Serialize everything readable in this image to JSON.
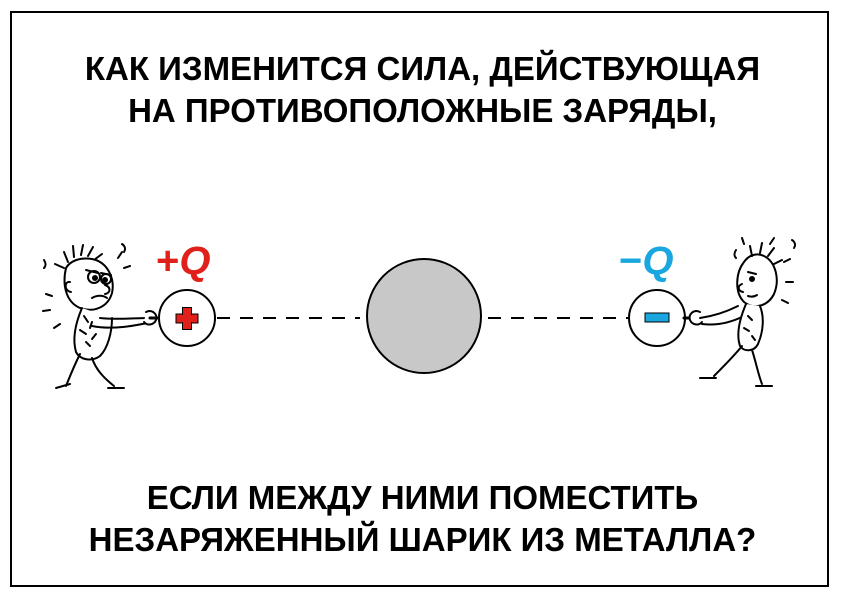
{
  "question": {
    "top_lines": [
      "КАК ИЗМЕНИТСЯ СИЛА, ДЕЙСТВУЮЩАЯ",
      "НА ПРОТИВОПОЛОЖНЫЕ ЗАРЯДЫ,"
    ],
    "bottom_lines": [
      "ЕСЛИ МЕЖДУ НИМИ ПОМЕСТИТЬ",
      "НЕЗАРЯЖЕННЫЙ ШАРИК ИЗ МЕТАЛЛА?"
    ]
  },
  "charges": {
    "positive": {
      "sign": "+",
      "symbol": "Q",
      "color": "#e0201b"
    },
    "negative": {
      "sign": "−",
      "symbol": "Q",
      "color": "#1aa7e0"
    }
  },
  "ball": {
    "color": "#c8c8c8"
  },
  "icons": [
    "plus-sign-icon",
    "minus-sign-icon",
    "cartoon-man-pulling-left-icon",
    "cartoon-man-pulling-right-icon"
  ]
}
